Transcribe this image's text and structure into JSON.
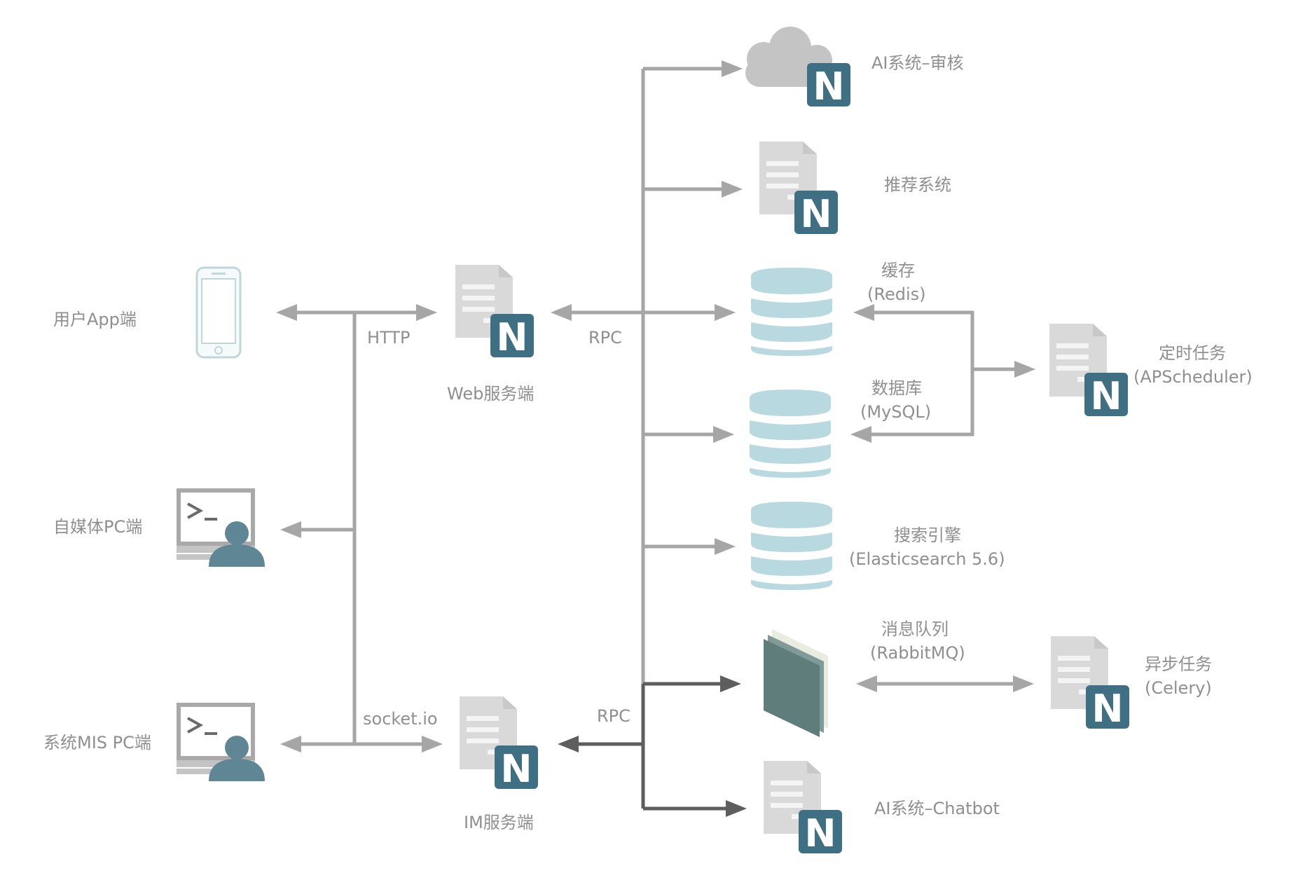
{
  "diagram": {
    "colors": {
      "connector": "#a6a6a6",
      "connector_dark": "#5e5e5e",
      "label": "#8f8f8f",
      "badge": "#3f6f82",
      "db": "#b8d9e0",
      "doc": "#d9d9d9",
      "person": "#5e8694"
    },
    "clients": {
      "app": "用户App端",
      "media_pc": "自媒体PC端",
      "mis_pc": "系统MIS PC端"
    },
    "protocols": {
      "http": "HTTP",
      "socketio": "socket.io",
      "rpc_web": "RPC",
      "rpc_im": "RPC"
    },
    "servers": {
      "web": "Web服务端",
      "im": "IM服务端"
    },
    "services": {
      "ai_review": "AI系统–审核",
      "recommend": "推荐系统",
      "cache_name": "缓存",
      "cache_tech": "(Redis)",
      "db_name": "数据库",
      "db_tech": "(MySQL)",
      "search_name": "搜索引擎",
      "search_tech": "(Elasticsearch 5.6)",
      "mq_name": "消息队列",
      "mq_tech": "(RabbitMQ)",
      "ai_chatbot": "AI系统–Chatbot"
    },
    "tasks": {
      "scheduled_name": "定时任务",
      "scheduled_tech": "(APScheduler)",
      "async_name": "异步任务",
      "async_tech": "(Celery)"
    },
    "badge_letter": "N",
    "icons": [
      "phone-icon",
      "terminal-user-icon",
      "server-doc-icon",
      "cloud-icon",
      "database-icon",
      "message-queue-icon",
      "nameko-badge-icon"
    ]
  }
}
